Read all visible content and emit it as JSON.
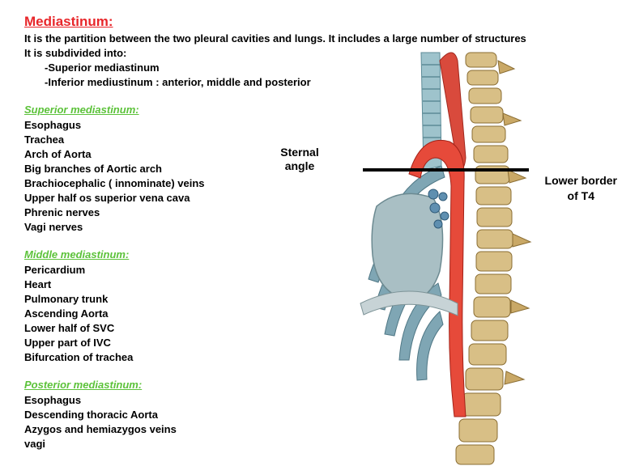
{
  "slide": {
    "title": "Mediastinum:",
    "intro": [
      "It is the partition between the two pleural cavities and lungs. It includes a large number of structures",
      "It is subdivided into:",
      "-Superior mediastinum",
      "-Inferior mediustinum : anterior, middle and posterior"
    ],
    "sections": [
      {
        "heading": "Superior mediastinum:",
        "items": [
          "Esophagus",
          "Trachea",
          "Arch of Aorta",
          "Big branches of Aortic arch",
          "Brachiocephalic ( innominate) veins",
          "Upper half os superior vena cava",
          "Phrenic nerves",
          "Vagi nerves"
        ]
      },
      {
        "heading": "Middle mediastinum:",
        "items": [
          "Pericardium",
          "Heart",
          "Pulmonary trunk",
          "Ascending Aorta",
          "Lower half of SVC",
          "Upper part of IVC",
          "Bifurcation of trachea"
        ]
      },
      {
        "heading": "Posterior mediastinum:",
        "items": [
          "Esophagus",
          "Descending thoracic Aorta",
          "Azygos and hemiazygos veins",
          "vagi"
        ]
      }
    ],
    "labels": {
      "sternal_line1": "Sternal",
      "sternal_line2": "angle",
      "lower_line1": "Lower border",
      "lower_line2": "of T4"
    },
    "colors": {
      "title": "#e8262a",
      "section_heading": "#5cc23a",
      "text": "#000000"
    }
  }
}
